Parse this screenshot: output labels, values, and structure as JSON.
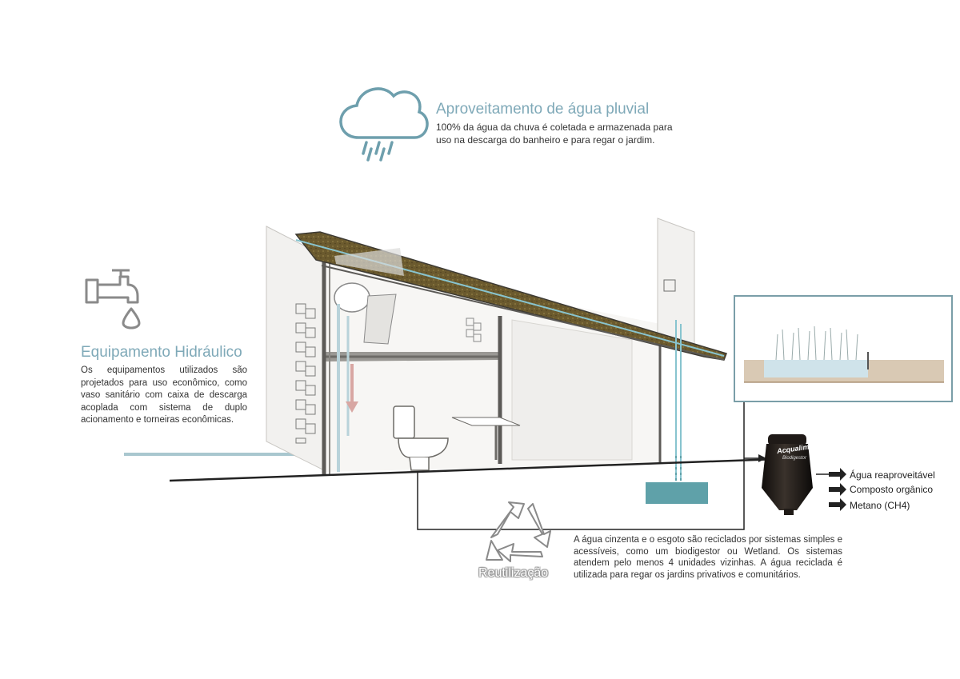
{
  "rainwater": {
    "title": "Aproveitamento de água pluvial",
    "text": "100% da água da chuva é coletada e armazenada para uso na descarga do banheiro e para regar o jardim."
  },
  "hydraulic": {
    "title": "Equipamento Hidráulico",
    "text": "Os equipamentos utilizados são projetados para uso econômico, como vaso sanitário com caixa de descarga acoplada com sistema de duplo acionamento e torneiras econômicas."
  },
  "reuse": {
    "label": "Reutilização",
    "text": "A água cinzenta e o esgoto são reciclados por sistemas simples e acessíveis, como um biodigestor ou Wetland. Os sistemas atendem pelo menos 4 unidades vizinhas. A água reciclada é utilizada para regar os jardins privativos e comunitários."
  },
  "biodigester": {
    "brand": "Acqualimp",
    "model": "Biodigestor",
    "outputs": [
      "Água reaproveitável",
      "Composto orgânico",
      "Metano (CH4)"
    ]
  },
  "icons": {
    "rain": "rain-cloud-icon",
    "faucet": "faucet-icon",
    "recycle": "recycle-icon"
  },
  "colors": {
    "accent_blue": "#7fa9b8",
    "icon_blue": "#6e9fad",
    "roof": "#6b5a2e",
    "water": "#5fa1a9",
    "arrow_pink": "#d8a7a3",
    "tank": "#1f1a17"
  }
}
